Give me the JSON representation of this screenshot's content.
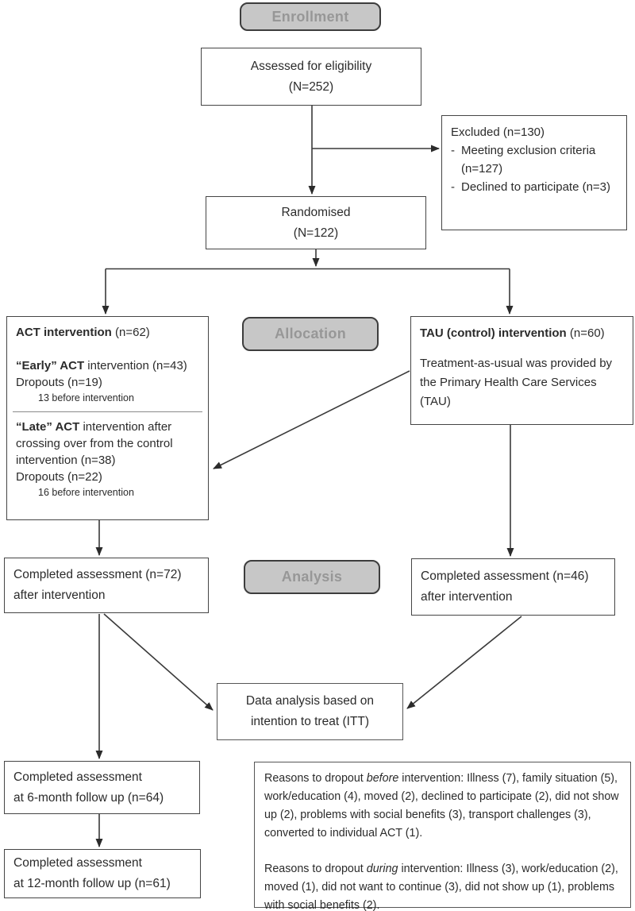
{
  "phases": {
    "enrollment": "Enrollment",
    "allocation": "Allocation",
    "analysis": "Analysis"
  },
  "boxes": {
    "assessed": {
      "line1": "Assessed for eligibility",
      "line2": "(N=252)"
    },
    "excluded": {
      "title": "Excluded (n=130)",
      "bullet": "-",
      "item1": "Meeting exclusion criteria (n=127)",
      "item2": "Declined to participate (n=3)"
    },
    "randomised": {
      "line1": "Randomised",
      "line2": "(N=122)"
    },
    "act": {
      "title_bold": "ACT intervention",
      "title_rest": " (n=62)",
      "early_bold": "“Early” ACT",
      "early_rest": " intervention (n=43)",
      "early_dropouts": "Dropouts (n=19)",
      "early_note": "13 before intervention",
      "late_bold": "“Late” ACT",
      "late_rest": " intervention after crossing over from the control intervention (n=38)",
      "late_dropouts": "Dropouts (n=22)",
      "late_note": "16 before intervention"
    },
    "tau": {
      "title_bold": "TAU (control) intervention",
      "title_rest": " (n=60)",
      "body": "Treatment-as-usual was provided by the Primary Health Care Services (TAU)"
    },
    "completed_act": {
      "line1": "Completed assessment (n=72)",
      "line2": "after intervention"
    },
    "completed_tau": {
      "line1": "Completed assessment (n=46)",
      "line2": "after intervention"
    },
    "itt": {
      "line1": "Data analysis based on",
      "line2": "intention to treat (ITT)"
    },
    "followup6": {
      "line1": "Completed assessment",
      "line2": "at 6-month follow up (n=64)"
    },
    "followup12": {
      "line1": "Completed assessment",
      "line2": "at 12-month follow up (n=61)"
    },
    "reasons": {
      "p1_prefix": "Reasons to dropout ",
      "p1_italic": "before",
      "p1_rest": " intervention: Illness (7), family situation (5), work/education (4), moved (2), declined to participate (2), did not show up (2), problems with social benefits (3), transport challenges (3), converted to individual ACT (1).",
      "p2_prefix": "Reasons to dropout ",
      "p2_italic": "during",
      "p2_rest": " intervention: Illness (3), work/education (2), moved (1), did not want to continue (3), did not show up (1), problems with social benefits (2)."
    }
  },
  "colors": {
    "badge_fill": "#c7c7c7",
    "badge_text": "#979797",
    "badge_border": "#3d3d3d",
    "box_border": "#454545",
    "arrow": "#333333"
  }
}
